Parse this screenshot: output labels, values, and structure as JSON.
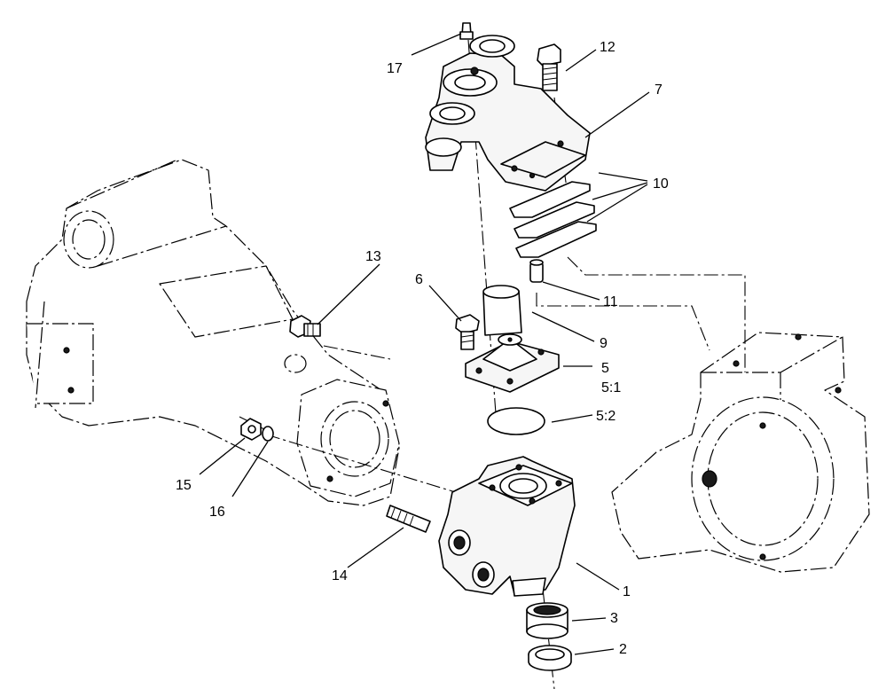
{
  "callouts": {
    "c1": "1",
    "c2": "2",
    "c3": "3",
    "c5": "5",
    "c5_1": "5:1",
    "c5_2": "5:2",
    "c6": "6",
    "c7": "7",
    "c9": "9",
    "c10": "10",
    "c11": "11",
    "c12": "12",
    "c13": "13",
    "c14": "14",
    "c15": "15",
    "c16": "16",
    "c17": "17"
  }
}
